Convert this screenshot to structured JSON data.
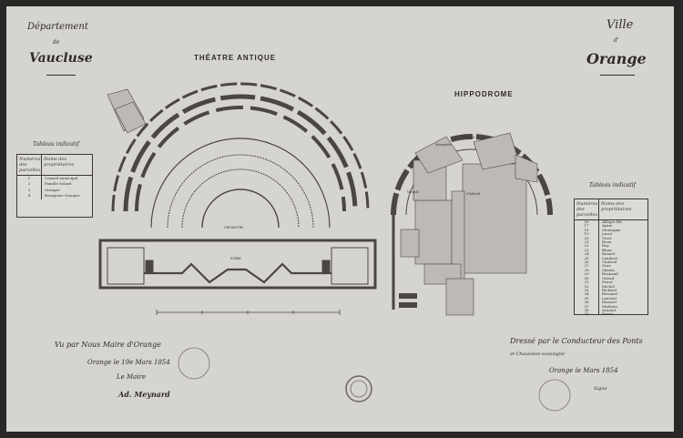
{
  "header": {
    "department_label": "Département",
    "department_of": "de",
    "department_name": "Vaucluse",
    "city_label": "Ville",
    "city_of": "d'",
    "city_name": "Orange"
  },
  "plans": {
    "theatre_title": "THÉATRE ANTIQUE",
    "hippodrome_title": "HIPPODROME",
    "orchestre_label": "ORCHESTRE",
    "scene_label": "SCÈNE",
    "hippo_labels": [
      "Vergelt",
      "Margarite",
      "Chabrol",
      "Chabriel"
    ]
  },
  "legend_left": {
    "title": "Tableau indicatif",
    "col_numbers": "Numéros des parcelles",
    "col_owners": "Noms des propriétaires",
    "rows": [
      {
        "num": "1",
        "name": "Conseil municipal"
      },
      {
        "num": "2",
        "name": "Famille Solard"
      },
      {
        "num": "3",
        "name": "Granger"
      },
      {
        "num": "4",
        "name": "Bourgeois Granger"
      }
    ]
  },
  "legend_right": {
    "title": "Tableau indicatif",
    "col_numbers": "Numéros des parcelles",
    "col_owners": "Noms des propriétaires",
    "rows": [
      {
        "num": "16",
        "name": "Allègre fils"
      },
      {
        "num": "17",
        "name": "Ayme"
      },
      {
        "num": "18",
        "name": "Montagne"
      },
      {
        "num": "19",
        "name": "Jouve"
      },
      {
        "num": "20",
        "name": "Vivet"
      },
      {
        "num": "21",
        "name": "Roux"
      },
      {
        "num": "22",
        "name": "Rey"
      },
      {
        "num": "23",
        "name": "Blanc"
      },
      {
        "num": "24",
        "name": "Bonnet"
      },
      {
        "num": "25",
        "name": "Lambert"
      },
      {
        "num": "26",
        "name": "Chabrol"
      },
      {
        "num": "27",
        "name": "Gras"
      },
      {
        "num": "28",
        "name": "Martin"
      },
      {
        "num": "29",
        "name": "Reynaud"
      },
      {
        "num": "30",
        "name": "Girard"
      },
      {
        "num": "31",
        "name": "Faure"
      },
      {
        "num": "32",
        "name": "Michel"
      },
      {
        "num": "33",
        "name": "Richard"
      },
      {
        "num": "34",
        "name": "Bernard"
      },
      {
        "num": "35",
        "name": "Laurent"
      },
      {
        "num": "36",
        "name": "Roussel"
      },
      {
        "num": "37",
        "name": "Mathieu"
      },
      {
        "num": "38",
        "name": "Arnaud"
      },
      {
        "num": "39",
        "name": "Perrin"
      }
    ]
  },
  "signatures_left": {
    "line1": "Vu par Nous Maire d'Orange",
    "line2": "Orange le 19e Mars 1854",
    "line3": "Le Maire",
    "line4": "Ad. Meynard"
  },
  "signatures_right": {
    "line1": "Dressé par le Conducteur des Ponts",
    "line2": "et Chaussées soussigné",
    "line3": "Orange le     Mars 1854",
    "line4": "Signé"
  },
  "colors": {
    "paper": "#d6d4d1",
    "ink": "#2e2b29",
    "wall": "#4a4644",
    "parcel": "#bdbab6"
  }
}
